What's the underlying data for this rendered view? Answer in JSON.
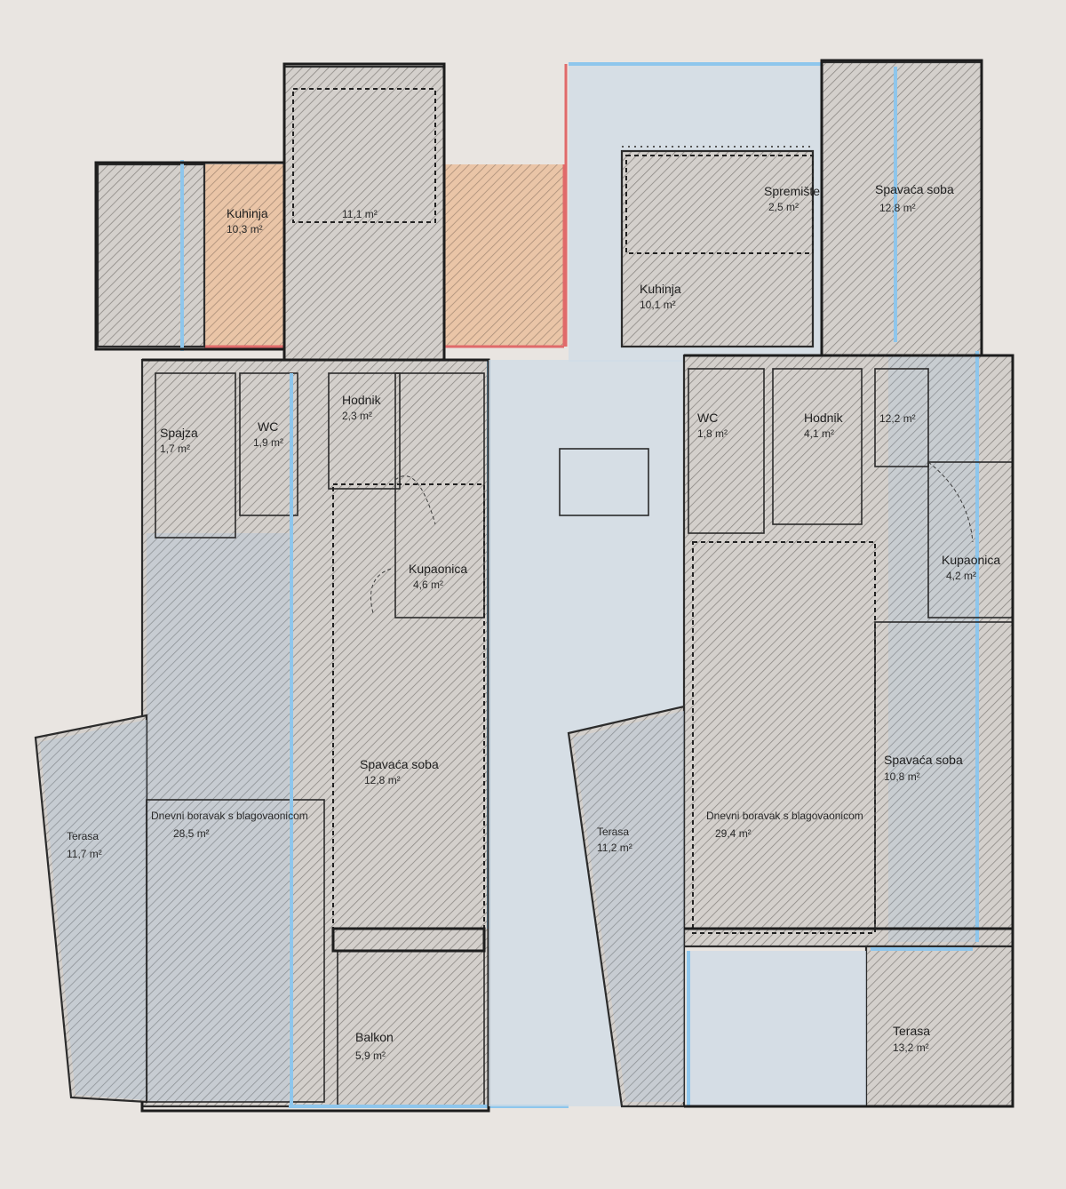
{
  "plan": {
    "left_block": {
      "rooms": [
        {
          "name": "Kuhinja",
          "area": "10,3 m²"
        },
        {
          "name": "Spajza",
          "area": "1,7 m²"
        },
        {
          "name": "WC",
          "area": "1,9 m²"
        },
        {
          "name": "Hodnik",
          "area": "2,3 m²"
        },
        {
          "name": "Kupaonica",
          "area": "4,6 m²"
        },
        {
          "name": "Spavaća soba",
          "area": "12,8 m²"
        },
        {
          "name": "Dnevni boravak s blagovaonicom",
          "area": "28,5 m²"
        },
        {
          "name": "Terasa",
          "area": "11,7 m²"
        },
        {
          "name": "Balkon",
          "area": "5,9 m²"
        }
      ],
      "stair_note": "11,1 m²"
    },
    "right_block": {
      "rooms": [
        {
          "name": "Kuhinja",
          "area": "10,1 m²"
        },
        {
          "name": "Spremište",
          "area": "2,5 m²"
        },
        {
          "name": "Hodnik",
          "area": "4,1 m²"
        },
        {
          "name": "WC",
          "area": "1,8 m²"
        },
        {
          "name": "Spavaća soba",
          "area": "12,8 m²"
        },
        {
          "name": "Kupaonica",
          "area": "4,2 m²"
        },
        {
          "name": "Dnevni boravak s blagovaonicom",
          "area": "29,4 m²"
        },
        {
          "name": "Spavaća soba",
          "area": "10,8 m²"
        },
        {
          "name": "Terasa",
          "area": "11,2 m²"
        },
        {
          "name": "Terasa",
          "area": "13,2 m²"
        }
      ],
      "stair_note": "12,2 m²"
    }
  },
  "colors": {
    "paper": "#e9e5e1",
    "highlight_orange": "#f1cfb2",
    "highlight_blue": "#cfdbe6",
    "highlight_red_line": "#e06a6a",
    "window_blue": "#8ec6ec"
  }
}
